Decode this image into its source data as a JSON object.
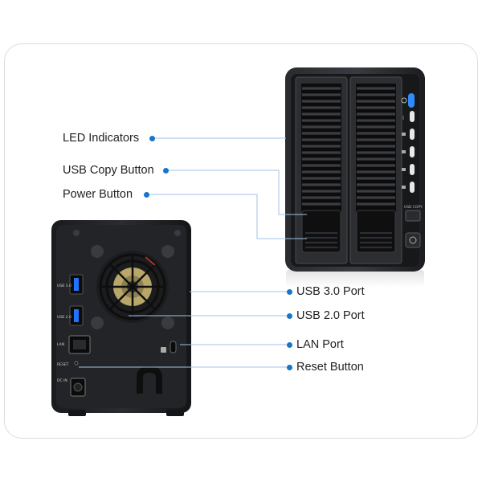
{
  "callouts": {
    "led_indicators": "LED Indicators",
    "usb_copy_button": "USB Copy Button",
    "power_button": "Power Button",
    "usb30_port": "USB 3.0 Port",
    "usb20_port": "USB 2.0 Port",
    "lan_port": "LAN Port",
    "reset_button": "Reset Button"
  },
  "device_labels": {
    "usb_copy": "USB COPY",
    "usb30": "USB 3.0",
    "usb20": "USB 2.0",
    "lan": "LAN",
    "reset": "RESET",
    "dcin": "DC IN"
  },
  "colors": {
    "accent": "#1a75c8",
    "leader_line": "#9fc3e6",
    "chassis": "#1e1f22",
    "panel_border": "#dcdcdc"
  }
}
